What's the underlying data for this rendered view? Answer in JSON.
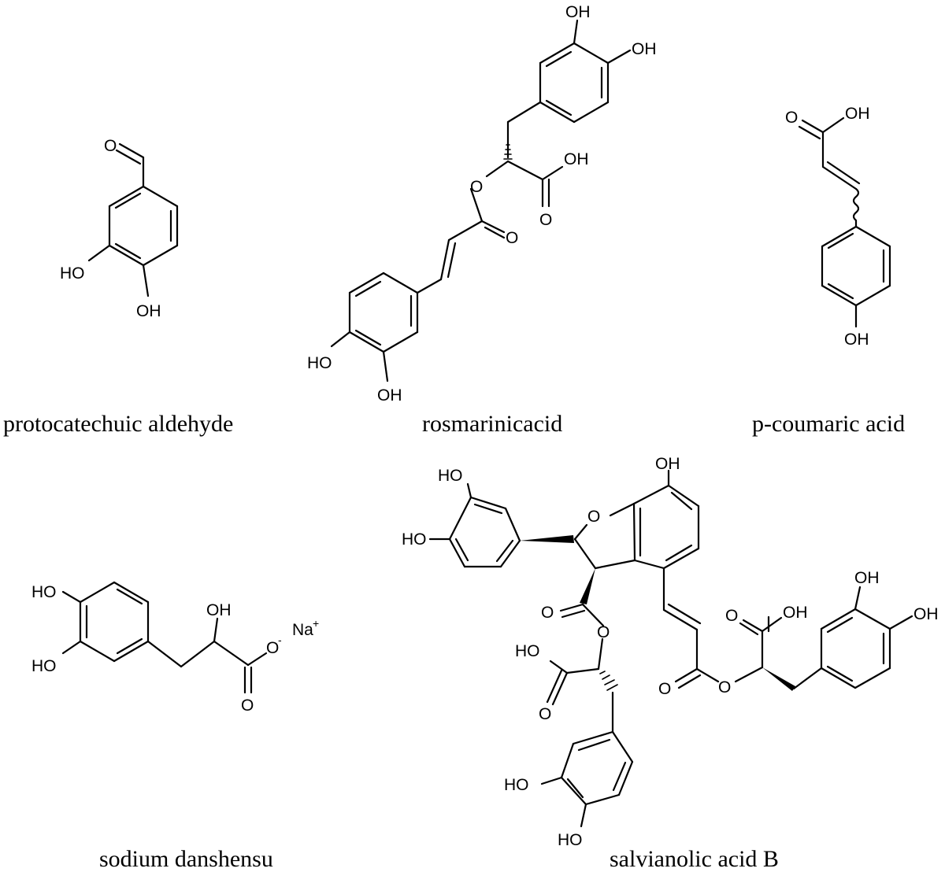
{
  "compounds": [
    {
      "name": "protocatechuic aldehyde",
      "atoms": [
        "O",
        "HO",
        "OH"
      ]
    },
    {
      "name": "rosmarinicacid",
      "atoms": [
        "OH",
        "OH",
        "OH",
        "O",
        "O",
        "O",
        "HO",
        "OH"
      ]
    },
    {
      "name": "p-coumaric acid",
      "atoms": [
        "O",
        "OH",
        "OH"
      ]
    },
    {
      "name": "sodium danshensu",
      "atoms": [
        "HO",
        "HO",
        "OH",
        "O",
        "O"
      ],
      "counter_ion": "Na",
      "charge_plus": "+",
      "charge_minus": "-"
    },
    {
      "name": "salvianolic acid B",
      "atoms": [
        "HO",
        "HO",
        "OH",
        "O",
        "O",
        "O",
        "HO",
        "O",
        "OH",
        "OH",
        "O",
        "OH",
        "O",
        "HO",
        "HO"
      ]
    }
  ]
}
